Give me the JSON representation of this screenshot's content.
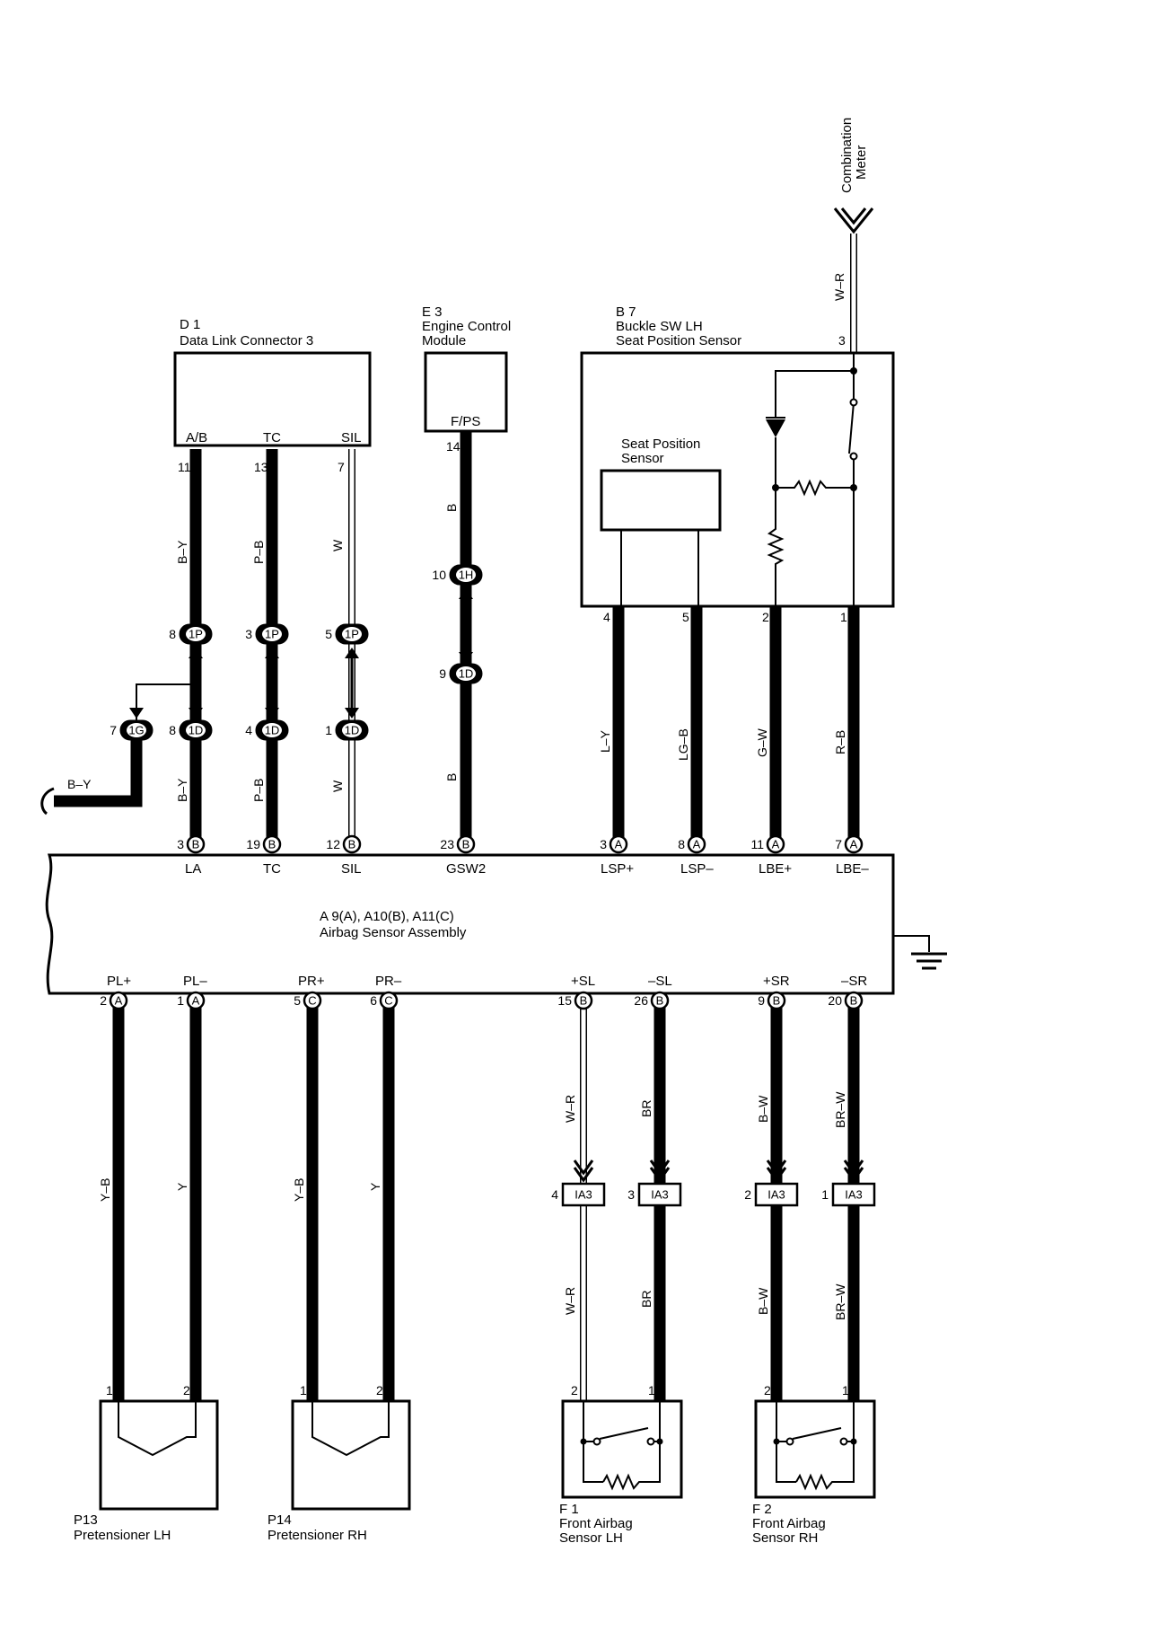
{
  "components": {
    "d1": {
      "id": "D 1",
      "name": "Data Link Connector 3",
      "pins": [
        "A/B",
        "TC",
        "SIL"
      ]
    },
    "e3": {
      "id": "E 3",
      "name1": "Engine Control",
      "name2": "Module",
      "pin": "F/PS"
    },
    "b7": {
      "id": "B 7",
      "name1": "Buckle SW LH",
      "name2": "Seat Position Sensor",
      "sensor1": "Seat Position",
      "sensor2": "Sensor"
    },
    "combo": {
      "name1": "Combination",
      "name2": "Meter",
      "wire": "W–R",
      "pin": "3"
    },
    "airbag": {
      "name1": "A 9(A), A10(B), A11(C)",
      "name2": "Airbag Sensor Assembly",
      "top_pins": [
        "LA",
        "TC",
        "SIL",
        "GSW2",
        "LSP+",
        "LSP–",
        "LBE+",
        "LBE–"
      ],
      "bottom_pins": [
        "PL+",
        "PL–",
        "PR+",
        "PR–",
        "+SL",
        "–SL",
        "+SR",
        "–SR"
      ]
    },
    "p13": {
      "id": "P13",
      "name": "Pretensioner LH"
    },
    "p14": {
      "id": "P14",
      "name": "Pretensioner RH"
    },
    "f1": {
      "id": "F 1",
      "name1": "Front Airbag",
      "name2": "Sensor LH"
    },
    "f2": {
      "id": "F 2",
      "name1": "Front Airbag",
      "name2": "Sensor RH"
    }
  },
  "wires": {
    "ab": "B–Y",
    "tc": "P–B",
    "sil": "W",
    "fps": "B",
    "gnd": "B–Y",
    "lsp_p": "L–Y",
    "lsp_m": "LG–B",
    "lbe_p": "G–W",
    "lbe_m": "R–B",
    "pl_p": "Y–B",
    "pl_m": "Y",
    "pr_p": "Y–B",
    "pr_m": "Y",
    "sl_p": "W–R",
    "sl_m": "BR",
    "sr_p": "B–W",
    "sr_m": "BR–W"
  },
  "pin_numbers": {
    "d1": [
      "11",
      "13",
      "7"
    ],
    "e3": "14",
    "b7": [
      "4",
      "5",
      "2",
      "1"
    ],
    "jc1p": [
      "8",
      "3",
      "5"
    ],
    "jc1d": [
      "8",
      "4",
      "1"
    ],
    "jc1g": "7",
    "jc1h": "10",
    "jc1dd": "9",
    "airbag_top": [
      "3",
      "19",
      "12",
      "23",
      "3",
      "8",
      "11",
      "7"
    ],
    "airbag_top_conn": [
      "B",
      "B",
      "B",
      "B",
      "A",
      "A",
      "A",
      "A"
    ],
    "airbag_bottom": [
      "2",
      "1",
      "5",
      "6",
      "15",
      "26",
      "9",
      "20"
    ],
    "airbag_bottom_conn": [
      "A",
      "A",
      "C",
      "C",
      "B",
      "B",
      "B",
      "B"
    ],
    "ia3": [
      "4",
      "3",
      "2",
      "1"
    ],
    "p13": [
      "1",
      "2"
    ],
    "p14": [
      "1",
      "2"
    ],
    "f1": [
      "2",
      "1"
    ],
    "f2": [
      "2",
      "1"
    ]
  },
  "junctions": {
    "j1p": "1P",
    "j1d": "1D",
    "j1g": "1G",
    "j1h": "1H",
    "ia3": "IA3"
  }
}
